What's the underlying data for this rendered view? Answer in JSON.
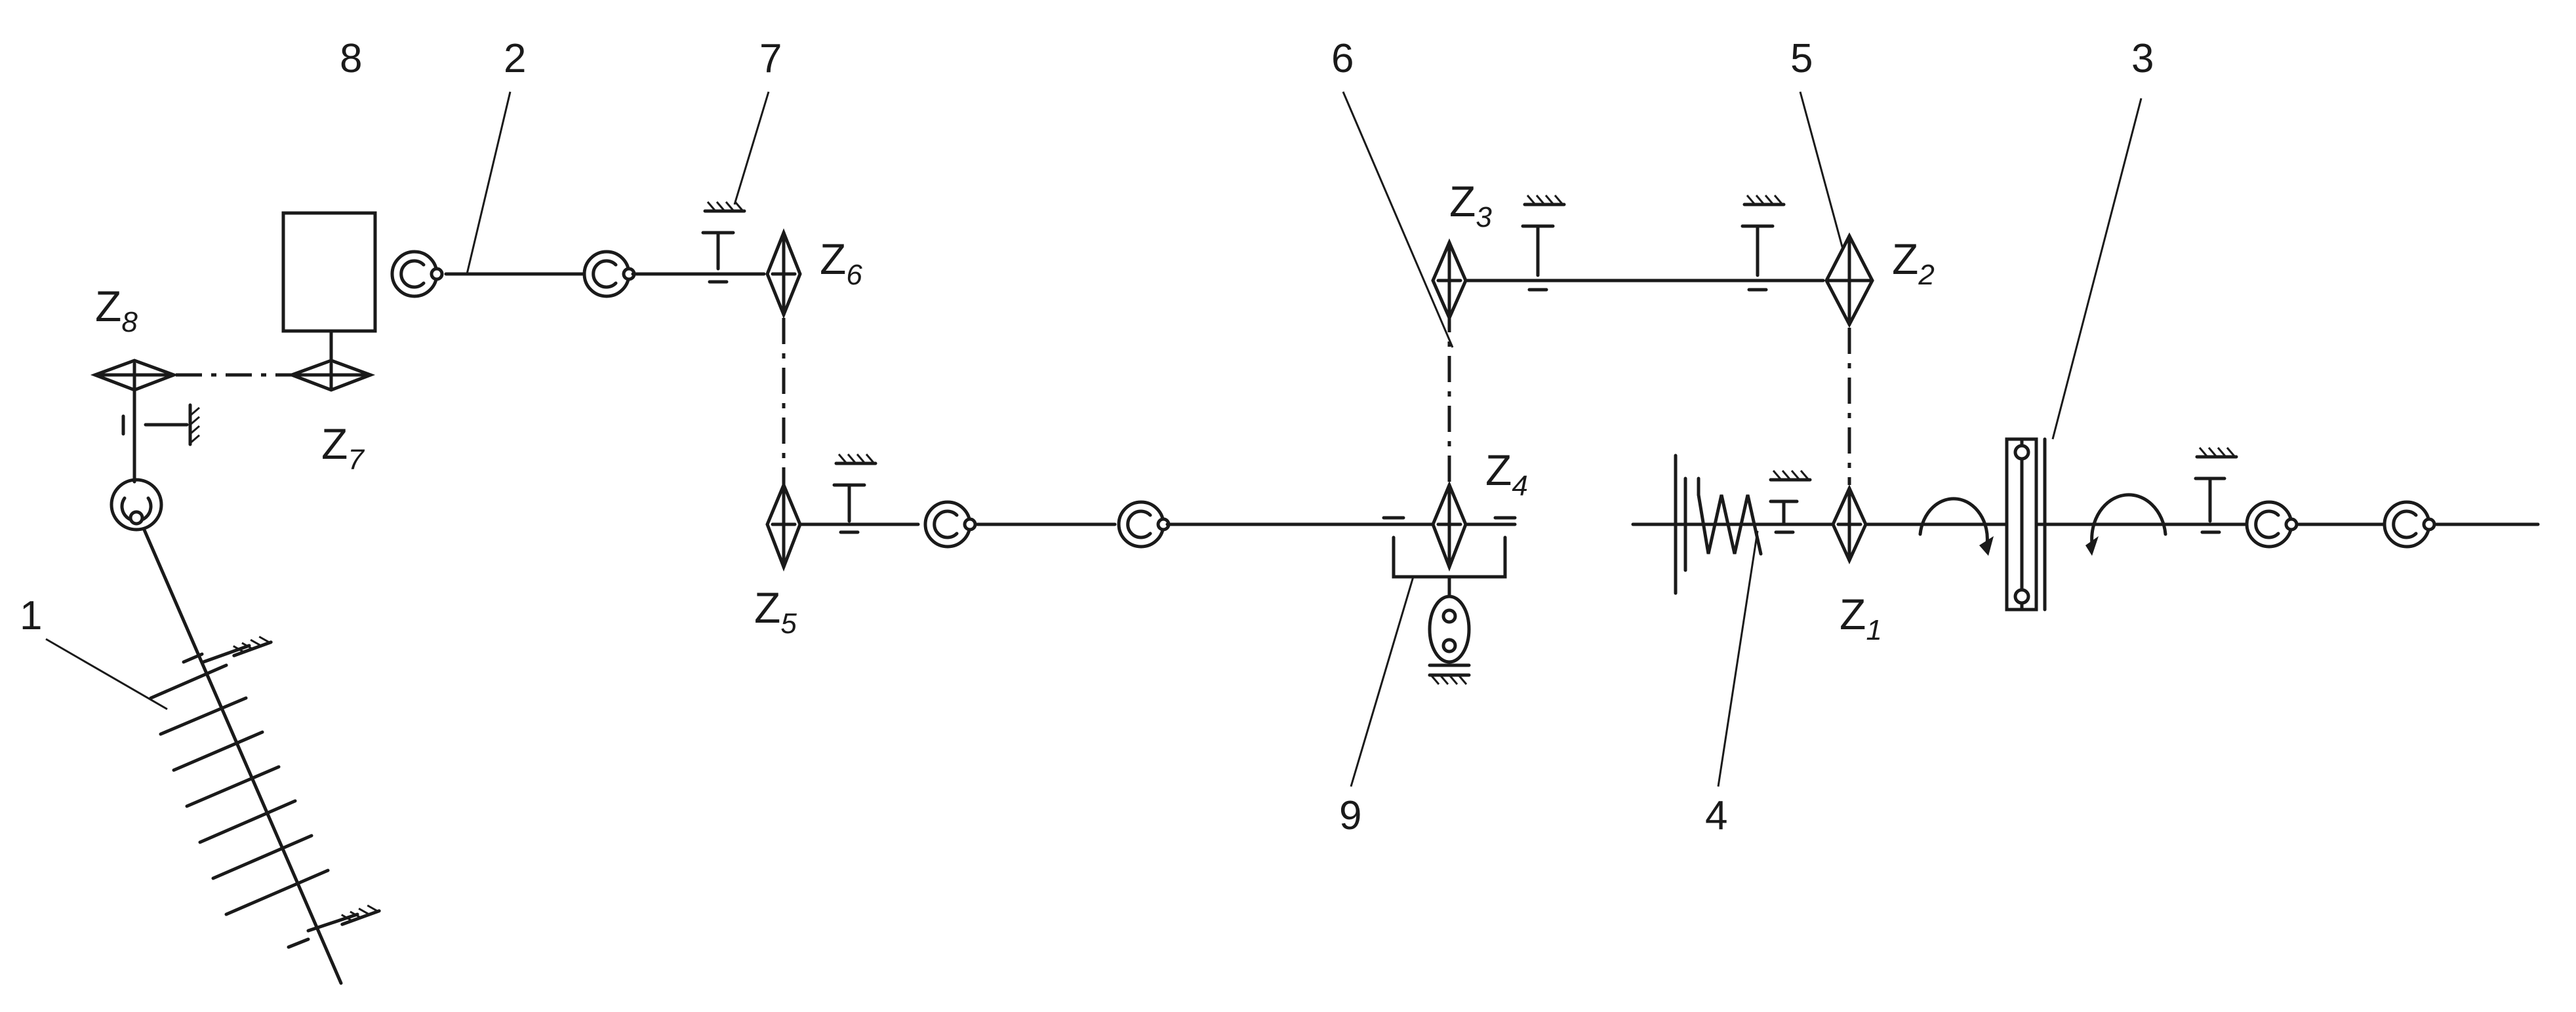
{
  "labels": {
    "part_1": "1",
    "part_2": "2",
    "part_3": "3",
    "part_4": "4",
    "part_5": "5",
    "part_6": "6",
    "part_7": "7",
    "part_8": "8",
    "part_9": "9"
  },
  "gears": {
    "z1": {
      "letter": "Z",
      "index": "1"
    },
    "z2": {
      "letter": "Z",
      "index": "2"
    },
    "z3": {
      "letter": "Z",
      "index": "3"
    },
    "z4": {
      "letter": "Z",
      "index": "4"
    },
    "z5": {
      "letter": "Z",
      "index": "5"
    },
    "z6": {
      "letter": "Z",
      "index": "6"
    },
    "z7": {
      "letter": "Z",
      "index": "7"
    },
    "z8": {
      "letter": "Z",
      "index": "8"
    }
  }
}
